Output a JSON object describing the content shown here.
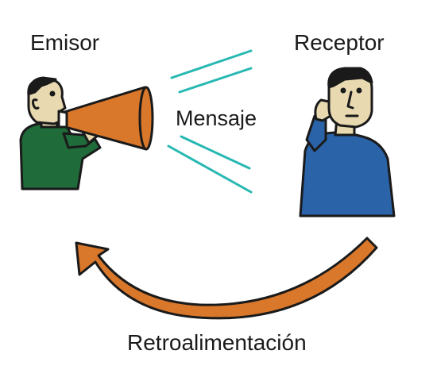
{
  "labels": {
    "sender": "Emisor",
    "receiver": "Receptor",
    "message": "Mensaje",
    "feedback": "Retroalimentación"
  },
  "colors": {
    "sender_shirt": "#1f6b3a",
    "receiver_shirt": "#2a63a8",
    "skin": "#e8d9b0",
    "megaphone": "#d9772b",
    "feedback_arrow": "#d9772b",
    "message_waves": "#27b8b2",
    "outline": "#1a1a1a"
  }
}
